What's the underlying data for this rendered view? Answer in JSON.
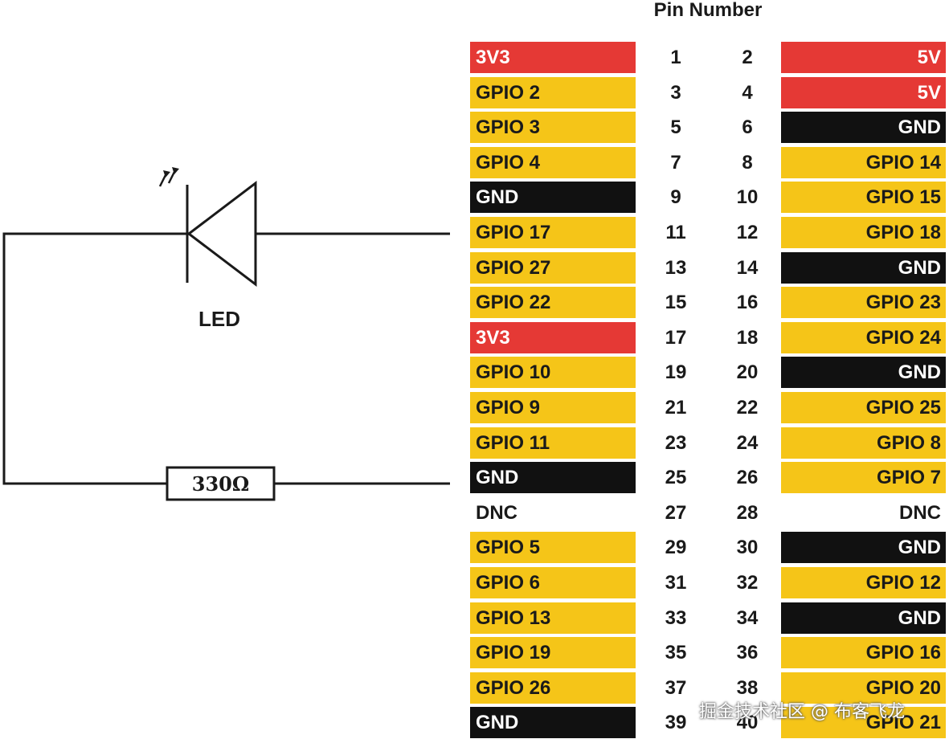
{
  "header": {
    "title": "Pin Number"
  },
  "led": {
    "label": "LED"
  },
  "resistor": {
    "label": "330Ω"
  },
  "watermark": "掘金技术社区 @ 布客飞龙",
  "colors": {
    "power": "#e53935",
    "gpio": "#f5c518",
    "ground": "#111111",
    "dnc": "#ffffff"
  },
  "rows": [
    {
      "left": {
        "label": "3V3",
        "type": "power"
      },
      "left_pin": "1",
      "right_pin": "2",
      "right": {
        "label": "5V",
        "type": "power"
      }
    },
    {
      "left": {
        "label": "GPIO 2",
        "type": "gpio"
      },
      "left_pin": "3",
      "right_pin": "4",
      "right": {
        "label": "5V",
        "type": "power"
      }
    },
    {
      "left": {
        "label": "GPIO 3",
        "type": "gpio"
      },
      "left_pin": "5",
      "right_pin": "6",
      "right": {
        "label": "GND",
        "type": "ground"
      }
    },
    {
      "left": {
        "label": "GPIO 4",
        "type": "gpio"
      },
      "left_pin": "7",
      "right_pin": "8",
      "right": {
        "label": "GPIO 14",
        "type": "gpio"
      }
    },
    {
      "left": {
        "label": "GND",
        "type": "ground"
      },
      "left_pin": "9",
      "right_pin": "10",
      "right": {
        "label": "GPIO 15",
        "type": "gpio"
      }
    },
    {
      "left": {
        "label": "GPIO 17",
        "type": "gpio"
      },
      "left_pin": "11",
      "right_pin": "12",
      "right": {
        "label": "GPIO 18",
        "type": "gpio"
      }
    },
    {
      "left": {
        "label": "GPIO 27",
        "type": "gpio"
      },
      "left_pin": "13",
      "right_pin": "14",
      "right": {
        "label": "GND",
        "type": "ground"
      }
    },
    {
      "left": {
        "label": "GPIO 22",
        "type": "gpio"
      },
      "left_pin": "15",
      "right_pin": "16",
      "right": {
        "label": "GPIO 23",
        "type": "gpio"
      }
    },
    {
      "left": {
        "label": "3V3",
        "type": "power"
      },
      "left_pin": "17",
      "right_pin": "18",
      "right": {
        "label": "GPIO 24",
        "type": "gpio"
      }
    },
    {
      "left": {
        "label": "GPIO 10",
        "type": "gpio"
      },
      "left_pin": "19",
      "right_pin": "20",
      "right": {
        "label": "GND",
        "type": "ground"
      }
    },
    {
      "left": {
        "label": "GPIO 9",
        "type": "gpio"
      },
      "left_pin": "21",
      "right_pin": "22",
      "right": {
        "label": "GPIO 25",
        "type": "gpio"
      }
    },
    {
      "left": {
        "label": "GPIO 11",
        "type": "gpio"
      },
      "left_pin": "23",
      "right_pin": "24",
      "right": {
        "label": "GPIO 8",
        "type": "gpio"
      }
    },
    {
      "left": {
        "label": "GND",
        "type": "ground"
      },
      "left_pin": "25",
      "right_pin": "26",
      "right": {
        "label": "GPIO 7",
        "type": "gpio"
      }
    },
    {
      "left": {
        "label": "DNC",
        "type": "dnc"
      },
      "left_pin": "27",
      "right_pin": "28",
      "right": {
        "label": "DNC",
        "type": "dnc"
      }
    },
    {
      "left": {
        "label": "GPIO 5",
        "type": "gpio"
      },
      "left_pin": "29",
      "right_pin": "30",
      "right": {
        "label": "GND",
        "type": "ground"
      }
    },
    {
      "left": {
        "label": "GPIO 6",
        "type": "gpio"
      },
      "left_pin": "31",
      "right_pin": "32",
      "right": {
        "label": "GPIO 12",
        "type": "gpio"
      }
    },
    {
      "left": {
        "label": "GPIO 13",
        "type": "gpio"
      },
      "left_pin": "33",
      "right_pin": "34",
      "right": {
        "label": "GND",
        "type": "ground"
      }
    },
    {
      "left": {
        "label": "GPIO 19",
        "type": "gpio"
      },
      "left_pin": "35",
      "right_pin": "36",
      "right": {
        "label": "GPIO 16",
        "type": "gpio"
      }
    },
    {
      "left": {
        "label": "GPIO 26",
        "type": "gpio"
      },
      "left_pin": "37",
      "right_pin": "38",
      "right": {
        "label": "GPIO 20",
        "type": "gpio"
      }
    },
    {
      "left": {
        "label": "GND",
        "type": "ground"
      },
      "left_pin": "39",
      "right_pin": "40",
      "right": {
        "label": "GPIO 21",
        "type": "gpio"
      }
    }
  ]
}
